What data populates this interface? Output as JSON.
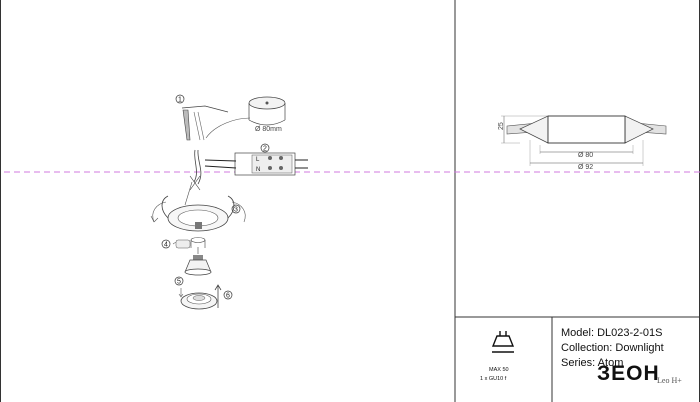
{
  "installation": {
    "steps": [
      "1",
      "2",
      "3",
      "4",
      "5",
      "6"
    ],
    "cutout_label": "Ø 80mm",
    "terminal_labels": [
      "L",
      "N"
    ]
  },
  "side_view": {
    "height_label": "25",
    "inner_diameter_label": "Ø 80",
    "outer_diameter_label": "Ø 92"
  },
  "title_block": {
    "model": "Model: DL023-2-01S",
    "collection": "Collection: Downlight",
    "series": "Series: Atom",
    "max_power": "MAX 50",
    "lamp": "1 x GU10 f"
  },
  "brand": {
    "logo_text": "ЗЕОН",
    "sub_text": "Leo H+"
  },
  "colors": {
    "center_line": "#d07adf",
    "line": "#333333"
  }
}
